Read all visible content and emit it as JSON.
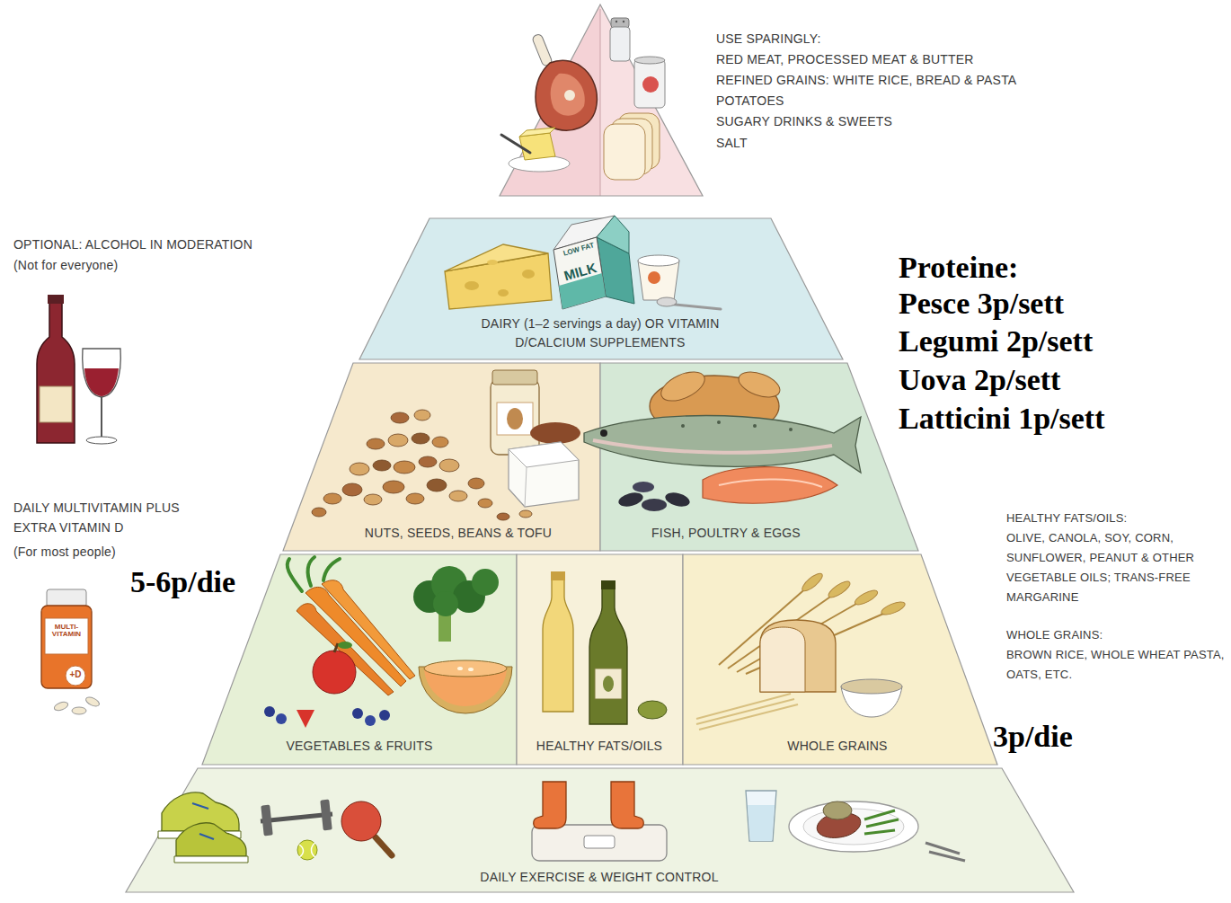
{
  "diagram": {
    "nodes": [
      {
        "text": [
          "DAIRY (1–2 servings a day) OR VITAMIN D/CALCIUM SUPPLEMENTS"
        ]
      },
      {
        "text": [
          "NUTS, SEEDS, BEANS & TOFU"
        ]
      },
      {
        "text": [
          "FISH, POULTRY & EGGS"
        ]
      },
      {
        "text": [
          "VEGETABLES & FRUITS"
        ]
      },
      {
        "text": [
          "HEALTHY FATS/OILS"
        ]
      },
      {
        "text": [
          "WHOLE GRAINS"
        ]
      },
      {
        "text": [
          "DAILY EXERCISE & WEIGHT CONTROL"
        ]
      }
    ],
    "labels": [
      "USE SPARINGLY:",
      "RED MEAT, PROCESSED MEAT & BUTTER",
      "REFINED GRAINS: WHITE RICE, BREAD & PASTA",
      "POTATOES",
      "SUGARY DRINKS & SWEETS",
      "SALT",
      "OPTIONAL: ALCOHOL IN MODERATION",
      "(Not for everyone)",
      "DAILY MULTIVITAMIN PLUS EXTRA VITAMIN D",
      "(For most people)",
      "HEALTHY FATS/OILS:",
      "OLIVE, CANOLA, SOY, CORN, SUNFLOWER, PEANUT & OTHER VEGETABLE OILS; TRANS-FREE MARGARINE",
      "WHOLE GRAINS:",
      "BROWN RICE, WHOLE WHEAT PASTA, OATS, ETC.",
      "Proteine:",
      "Pesce 3p/sett",
      "Legumi 2p/sett",
      "Uova 2p/sett",
      "Latticini 1p/sett",
      "5-6p/die",
      "3p/die",
      "LOW FAT",
      "MILK",
      "MULTI-VITAMIN",
      "+D"
    ]
  }
}
